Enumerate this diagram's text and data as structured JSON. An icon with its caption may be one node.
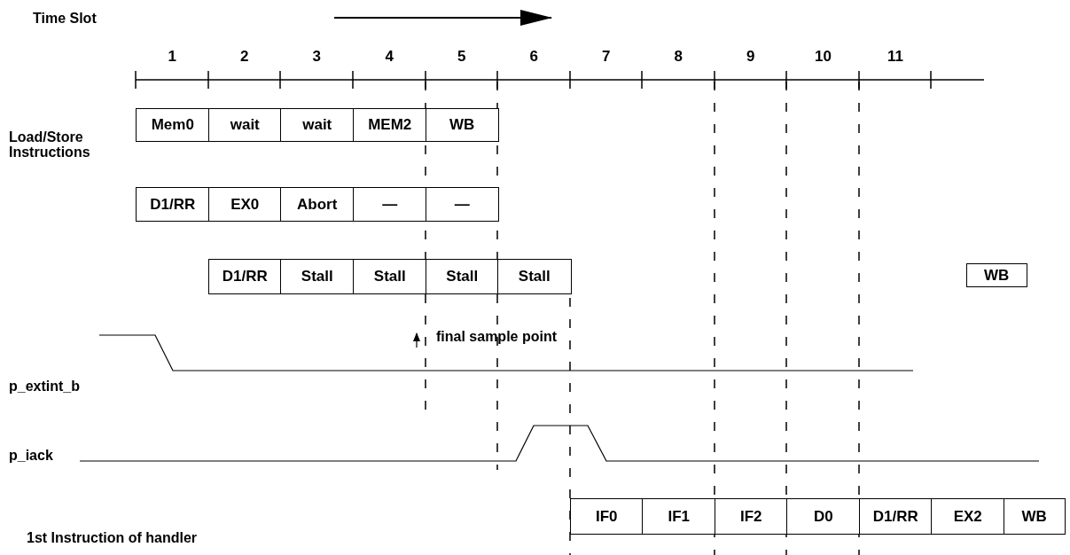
{
  "diagram": {
    "nodes": [
      {
        "text": [
          "Mem0"
        ]
      },
      {
        "text": [
          "wait"
        ]
      },
      {
        "text": [
          "wait"
        ]
      },
      {
        "text": [
          "MEM2"
        ]
      },
      {
        "text": [
          "WB"
        ]
      },
      {
        "text": [
          "D1/RR"
        ]
      },
      {
        "text": [
          "EX0"
        ]
      },
      {
        "text": [
          "Abort"
        ]
      },
      {
        "text": [
          "—"
        ]
      },
      {
        "text": [
          "—"
        ]
      },
      {
        "text": [
          "D1/RR"
        ]
      },
      {
        "text": [
          "Stall"
        ]
      },
      {
        "text": [
          "Stall"
        ]
      },
      {
        "text": [
          "Stall"
        ]
      },
      {
        "text": [
          "Stall"
        ]
      },
      {
        "text": [
          "WB"
        ]
      },
      {
        "text": [
          "IF0"
        ]
      },
      {
        "text": [
          "IF1"
        ]
      },
      {
        "text": [
          "IF2"
        ]
      },
      {
        "text": [
          "D0"
        ]
      },
      {
        "text": [
          "D1/RR"
        ]
      },
      {
        "text": [
          "EX2"
        ]
      },
      {
        "text": [
          "WB"
        ]
      }
    ],
    "labels": [
      "Time Slot",
      "1",
      "2",
      "3",
      "4",
      "5",
      "6",
      "7",
      "8",
      "9",
      "10",
      "11",
      "Load/Store Instructions",
      "final sample point",
      "p_extint_b",
      "p_iack",
      "1st Instruction of handler"
    ]
  }
}
